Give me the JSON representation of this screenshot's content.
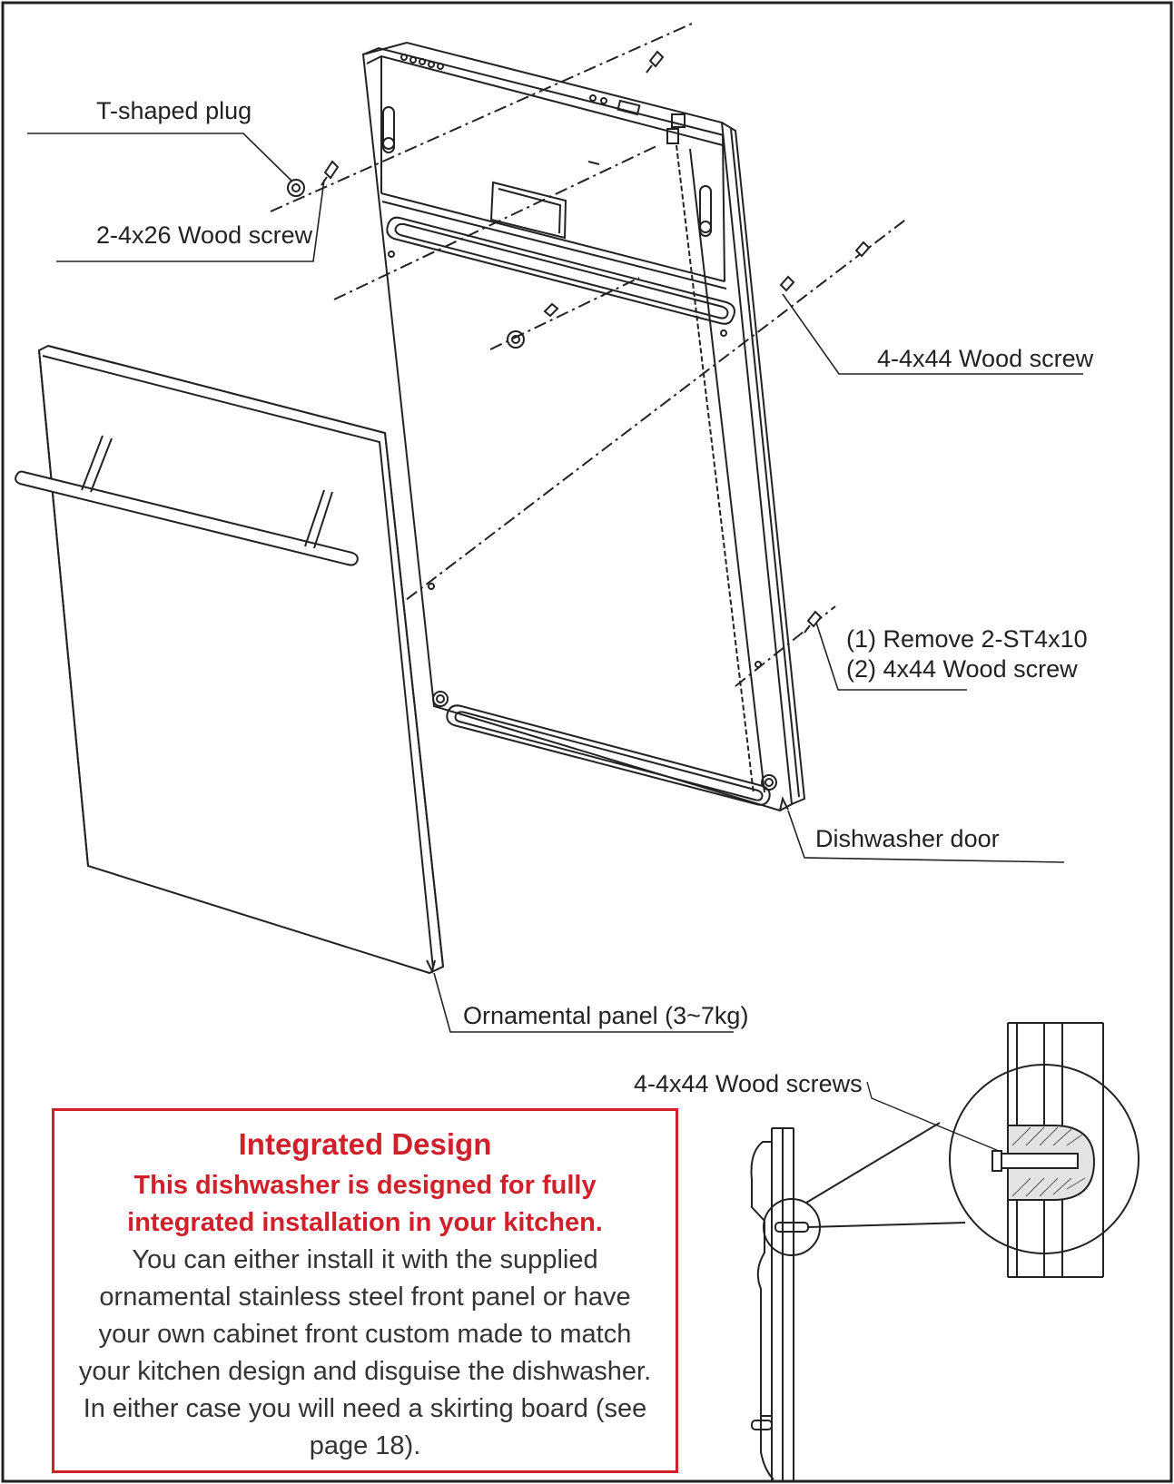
{
  "labels": {
    "t_plug": "T-shaped plug",
    "wood_screw_26": "2-4x26 Wood screw",
    "wood_screw_44": "4-4x44 Wood screw",
    "remove_line1": "(1) Remove 2-ST4x10",
    "remove_line2": "(2)  4x44 Wood screw",
    "dishwasher_door": "Dishwasher door",
    "ornamental_panel": "Ornamental panel (3~7kg)",
    "wood_screws_detail": "4-4x44 Wood screws"
  },
  "callout": {
    "title": "Integrated Design",
    "lead": "This dishwasher is designed for fully integrated installation in your kitchen.",
    "body": "You can either install it with the supplied ornamental stainless steel front panel or have your own cabinet front custom made to match your kitchen design and disguise the dishwasher. In either case you will need a skirting board (see page 18)."
  },
  "colors": {
    "accent": "#d0202a",
    "line": "#222222",
    "body_text": "#333333"
  }
}
